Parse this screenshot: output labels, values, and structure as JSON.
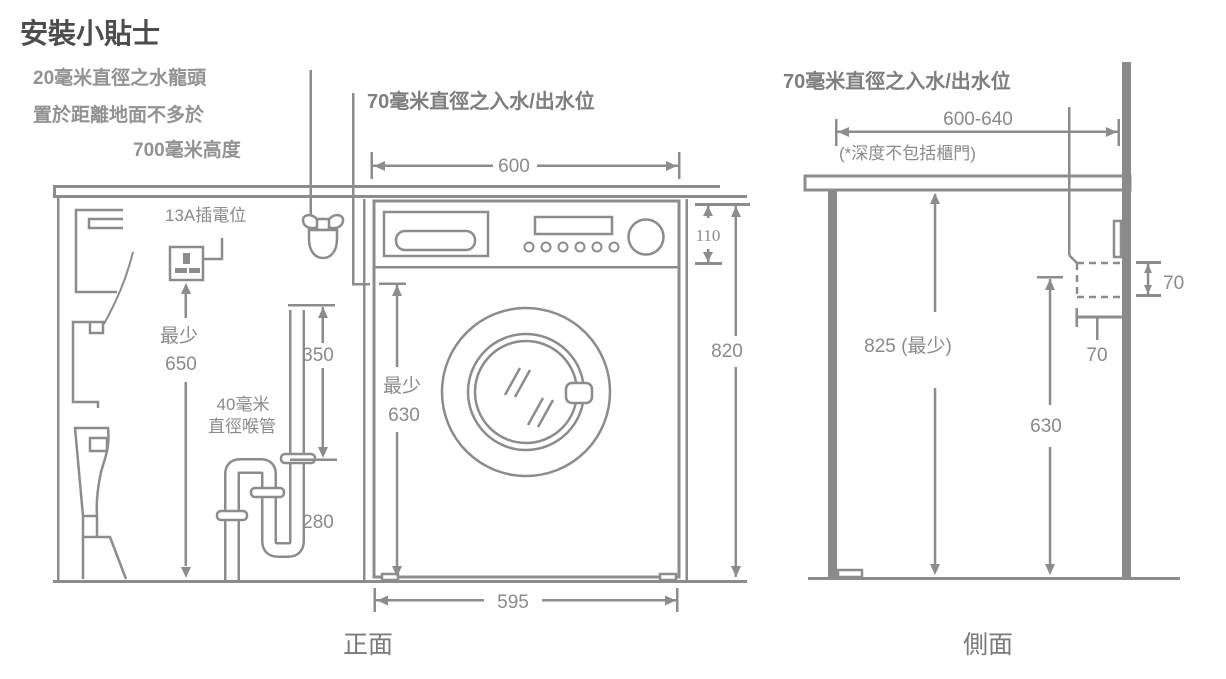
{
  "page_title": "安裝小貼士",
  "colors": {
    "line": "#8c8c8c",
    "text": "#8a8a8a",
    "title": "#4d4d4d"
  },
  "front_view": {
    "view_label": "正面",
    "faucet_note": [
      "20毫米直徑之水龍頭",
      "置於距離地面不多於",
      "700毫米高度"
    ],
    "inlet_label": "70毫米直徑之入水/出水位",
    "socket_label": "13A插電位",
    "drain_pipe_note": [
      "40毫米",
      "直徑喉管"
    ],
    "dims": {
      "cutout_width": "600",
      "panel_height": "110",
      "machine_height": "820",
      "socket_min_label": "最少",
      "socket_min_value": "650",
      "trap_top": "350",
      "standpipe": "280",
      "door_min_label": "最少",
      "door_min_value": "630",
      "machine_width": "595"
    }
  },
  "side_view": {
    "view_label": "側面",
    "inlet_label": "70毫米直徑之入水/出水位",
    "dims": {
      "depth_range": "600-640",
      "depth_note": "(*深度不包括櫃門)",
      "outlet_height": "70",
      "outlet_offset": "70",
      "worktop_min": "825 (最少)",
      "hose_height": "630"
    }
  }
}
